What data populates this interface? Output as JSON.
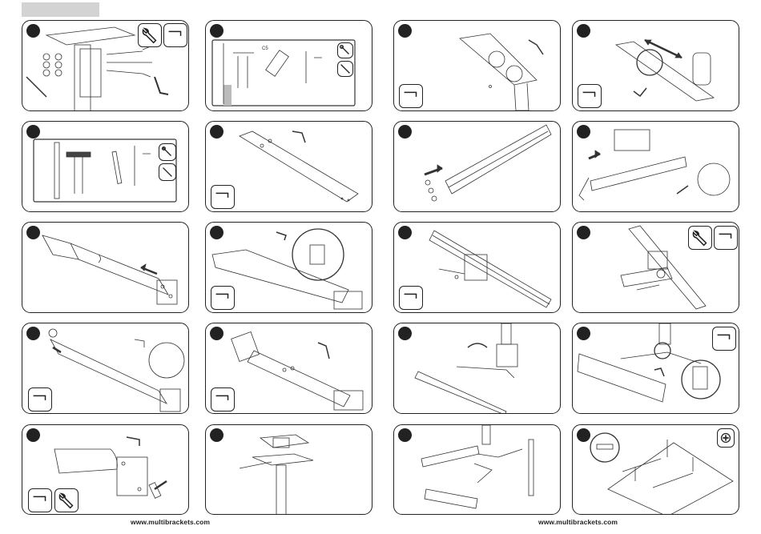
{
  "footer": {
    "left_url": "www.multibrackets.com",
    "right_url": "www.multibrackets.com"
  },
  "labels": {
    "c5": "C5"
  },
  "panels": [
    {
      "id": 1,
      "tools": [
        "wrench-icon",
        "allen-key-icon"
      ]
    },
    {
      "id": 2,
      "tools": [
        "screwdriver-icon",
        "drill-bit-icon"
      ]
    },
    {
      "id": 3,
      "tools": [
        "allen-key-icon"
      ]
    },
    {
      "id": 4,
      "tools": [
        "allen-key-icon"
      ]
    },
    {
      "id": 5,
      "tools": [
        "screwdriver-icon",
        "drill-bit-icon"
      ]
    },
    {
      "id": 6,
      "tools": [
        "allen-key-icon"
      ]
    },
    {
      "id": 7,
      "tools": []
    },
    {
      "id": 8,
      "tools": []
    },
    {
      "id": 9,
      "tools": []
    },
    {
      "id": 10,
      "tools": [
        "allen-key-icon"
      ]
    },
    {
      "id": 11,
      "tools": [
        "allen-key-icon"
      ]
    },
    {
      "id": 12,
      "tools": [
        "wrench-icon",
        "allen-key-icon"
      ]
    },
    {
      "id": 13,
      "tools": [
        "allen-key-icon"
      ]
    },
    {
      "id": 14,
      "tools": [
        "allen-key-icon"
      ]
    },
    {
      "id": 15,
      "tools": []
    },
    {
      "id": 16,
      "tools": [
        "allen-key-icon"
      ]
    },
    {
      "id": 17,
      "tools": [
        "allen-key-icon",
        "wrench-icon"
      ]
    },
    {
      "id": 18,
      "tools": []
    },
    {
      "id": 19,
      "tools": []
    },
    {
      "id": 20,
      "tools": [
        "phillips-screw-icon"
      ]
    }
  ]
}
